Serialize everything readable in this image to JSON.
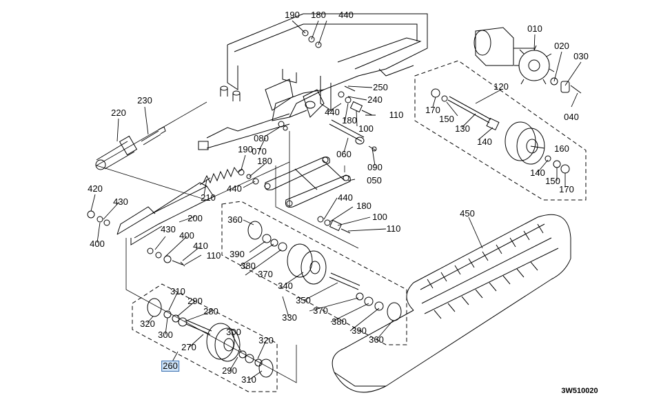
{
  "drawing_code": "3W510020",
  "selected_part": "260",
  "highlight_color": "#cfe3f7",
  "highlight_border": "#3a6fb0",
  "part_labels": [
    "190",
    "180",
    "440",
    "010",
    "020",
    "030",
    "250",
    "240",
    "440",
    "110",
    "180",
    "100",
    "120",
    "170",
    "150",
    "130",
    "140",
    "160",
    "140",
    "150",
    "170",
    "040",
    "220",
    "230",
    "080",
    "070",
    "060",
    "090",
    "190",
    "180",
    "440",
    "050",
    "420",
    "430",
    "210",
    "200",
    "400",
    "430",
    "400",
    "410",
    "110",
    "440",
    "180",
    "100",
    "110",
    "360",
    "390",
    "380",
    "370",
    "340",
    "350",
    "370",
    "380",
    "390",
    "360",
    "330",
    "450",
    "310",
    "290",
    "280",
    "320",
    "300",
    "270",
    "300",
    "320",
    "260",
    "290",
    "310"
  ]
}
